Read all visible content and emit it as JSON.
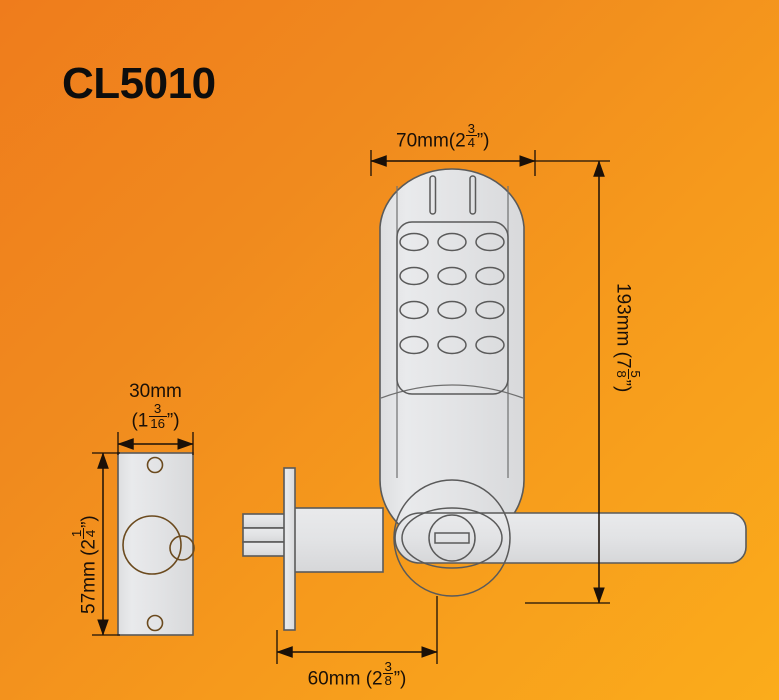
{
  "page": {
    "title": "CL5010",
    "background_from": "#ef7c1c",
    "background_to": "#fbac1b",
    "metal_fill": "#e4e5e7",
    "line_color": "#5a5a5a",
    "dim_color": "#1a1008"
  },
  "dimensions": {
    "width_top": {
      "mm": "70mm",
      "paren_open": "(2",
      "frac_num": "3",
      "frac_den": "4",
      "paren_close": "”)",
      "label": "70mm (2 3/4\")"
    },
    "height_right": {
      "mm": "193mm",
      "paren_open": "(7",
      "frac_num": "5",
      "frac_den": "8",
      "paren_close": "”)",
      "label": "193mm (7 5/8\")"
    },
    "plate_width": {
      "mm": "30mm",
      "paren_open": "(1",
      "frac_num": "3",
      "frac_den": "16",
      "paren_close": "”)",
      "label": "30mm (1 3/16\")"
    },
    "plate_height": {
      "mm": "57mm",
      "paren_open": "(2",
      "frac_num": "1",
      "frac_den": "4",
      "paren_close": "”)",
      "label": "57mm (2 1/4\")"
    },
    "backset_bottom": {
      "mm": "60mm",
      "paren_open": "(2",
      "frac_num": "3",
      "frac_den": "8",
      "paren_close": "”)",
      "label": "60mm (2 3/8\")"
    }
  },
  "keypad": {
    "rows": 4,
    "columns": 3,
    "button_count": 12,
    "indicator_slots": 2
  },
  "parts": {
    "keypad_housing": "keypad-housing",
    "lever_handle": "lever-handle",
    "rose": "rose",
    "escutcheon": "escutcheon",
    "keyhole": "keyhole",
    "latch_faceplate": "latch-faceplate",
    "latch_bolt": "latch-bolt",
    "strike_plate": "strike-plate",
    "strike_screw_holes": 2
  }
}
